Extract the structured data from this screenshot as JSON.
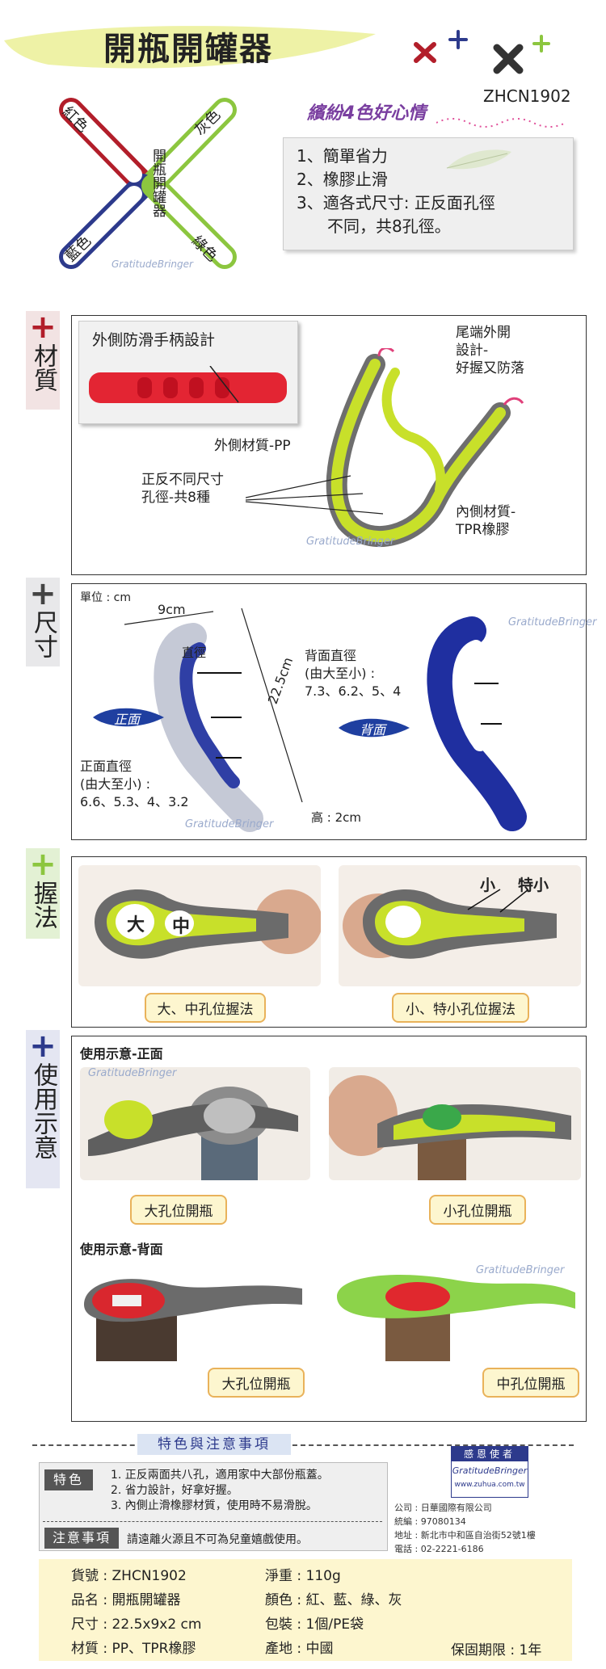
{
  "header": {
    "title": "開瓶開罐器",
    "model": "ZHCN1902",
    "slogan": "繽紛4色好心情",
    "x_colors": [
      "#b21e2a",
      "#2d3a8c",
      "#333333",
      "#8cc63f"
    ],
    "opener_arms": [
      "紅色",
      "灰色",
      "藍色",
      "綠色"
    ],
    "opener_center": "開瓶開罐器",
    "watermark": "GratitudeBringer"
  },
  "features": {
    "items": [
      "1、簡單省力",
      "2、橡膠止滑",
      "3、適各式尺寸: 正反面孔徑",
      "不同，共8孔徑。"
    ]
  },
  "material": {
    "tag": "材質",
    "tag_color": "#b21e2a",
    "callout_handle": "外側防滑手柄設計",
    "callout_tail": [
      "尾端外開",
      "設計-",
      "好握又防落"
    ],
    "callout_outer": "外側材質-PP",
    "callout_holes": [
      "正反不同尺寸",
      "孔徑-共8種"
    ],
    "callout_inner": [
      "內側材質-",
      "TPR橡膠"
    ]
  },
  "size": {
    "tag": "尺寸",
    "tag_color": "#444444",
    "unit": "單位 : cm",
    "width": "9cm",
    "length": "22.5cm",
    "height": "高 : 2cm",
    "front_label": "正面",
    "back_label": "背面",
    "diameter": "直徑",
    "front_desc": [
      "正面直徑",
      "(由大至小) :",
      "6.6、5.3、4、3.2"
    ],
    "back_desc": [
      "背面直徑",
      "(由大至小) :",
      "7.3、6.2、5、4"
    ]
  },
  "grip": {
    "tag": "握法",
    "tag_color": "#8cc63f",
    "left_marks": [
      "大",
      "中"
    ],
    "right_marks": [
      "小",
      "特小"
    ],
    "left_label": "大、中孔位握法",
    "right_label": "小、特小孔位握法"
  },
  "usage": {
    "tag": "使用示意",
    "tag_color": "#2d3a8c",
    "front_title": "使用示意-正面",
    "back_title": "使用示意-背面",
    "labels": [
      "大孔位開瓶",
      "小孔位開瓶",
      "大孔位開瓶",
      "中孔位開瓶"
    ]
  },
  "notes": {
    "title": "特色與注意事項",
    "feature_tag": "特色",
    "feature_lines": [
      "1. 正反兩面共八孔，適用家中大部份瓶蓋。",
      "2. 省力設計，好拿好握。",
      "3. 內側止滑橡膠材質，使用時不易滑脫。"
    ],
    "caution_tag": "注意事項",
    "caution_text": "請遠離火源且不可為兒童嬉戲使用。"
  },
  "company": {
    "logo_title": "感恩使者",
    "logo_brand": "GratitudeBringer",
    "logo_url": "www.zuhua.com.tw",
    "lines": [
      "公司 : 日華國際有限公司",
      "統編 : 97080134",
      "地址 : 新北市中和區自治街52號1樓",
      "電話 : 02-2221-6186"
    ]
  },
  "specs": {
    "left": [
      "貨號 : ZHCN1902",
      "品名 : 開瓶開罐器",
      "尺寸 : 22.5x9x2 cm",
      "材質 : PP、TPR橡膠"
    ],
    "right": [
      "淨重 : 110g",
      "顏色 : 紅、藍、綠、灰",
      "包裝 : 1個/PE袋",
      "產地 : 中國"
    ],
    "warranty": "保固期限 : 1年"
  }
}
